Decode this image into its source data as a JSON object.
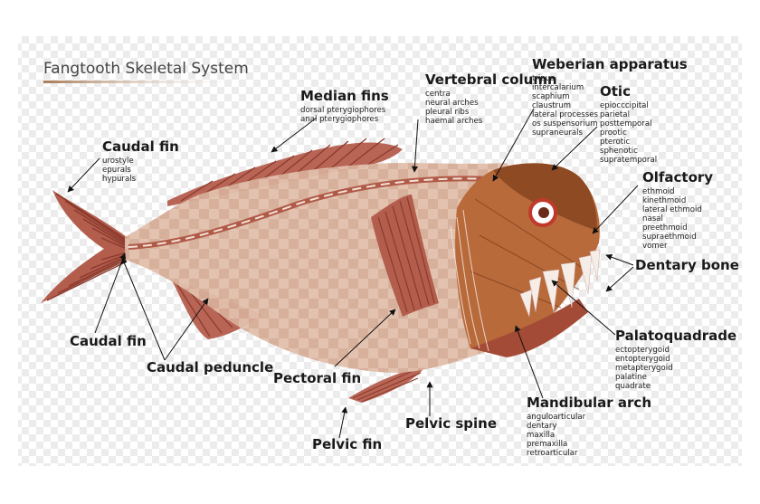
{
  "title": "Fangtooth Skeletal System",
  "labels": {
    "caudal_fin_top": {
      "title": "Caudal fin",
      "items": [
        "urostyle",
        "epurals",
        "hypurals"
      ]
    },
    "median_fins": {
      "title": "Median fins",
      "items": [
        "dorsal pterygiophores",
        "anal pterygiophores"
      ]
    },
    "vertebral_column": {
      "title": "Vertebral column",
      "items": [
        "centra",
        "neural arches",
        "pleural ribs",
        "haemal arches"
      ]
    },
    "weberian_apparatus": {
      "title": "Weberian apparatus",
      "items": [
        "tripus",
        "intercalarium",
        "scaphium",
        "claustrum",
        "lateral processes",
        "os suspensorium",
        "supraneurals"
      ]
    },
    "otic": {
      "title": "Otic",
      "items": [
        "epiocccipital",
        "parietal",
        "posttemporal",
        "prootic",
        "pterotic",
        "sphenotic",
        "supratemporal"
      ]
    },
    "olfactory": {
      "title": "Olfactory",
      "items": [
        "ethmoid",
        "kinethmoid",
        "lateral ethmoid",
        "nasal",
        "preethmoid",
        "supraethmoid",
        "vomer"
      ]
    },
    "dentary_bone": {
      "title": "Dentary bone",
      "items": []
    },
    "palatoquadrade": {
      "title": "Palatoquadrade",
      "items": [
        "ectopterygoid",
        "entopterygoid",
        "metapterygoid",
        "palatine",
        "quadrate"
      ]
    },
    "mandibular_arch": {
      "title": "Mandibular arch",
      "items": [
        "anguloarticular",
        "dentary",
        "maxilla",
        "premaxilla",
        "retroarticular"
      ]
    },
    "caudal_fin_bottom": {
      "title": "Caudal fin",
      "items": []
    },
    "caudal_peduncle": {
      "title": "Caudal peduncle",
      "items": []
    },
    "pectoral_fin": {
      "title": "Pectoral fin",
      "items": []
    },
    "pelvic_spine": {
      "title": "Pelvic spine",
      "items": []
    },
    "pelvic_fin": {
      "title": "Pelvic fin",
      "items": []
    }
  },
  "colors": {
    "body": "#d8b29c",
    "fin": "#b06050",
    "fin_dark": "#8a3a2c",
    "head": "#b76a3a",
    "head_dark": "#7a3a18",
    "arrow": "#111111",
    "checker_light": "#ffffff",
    "checker_dark": "#e9e9e9"
  }
}
